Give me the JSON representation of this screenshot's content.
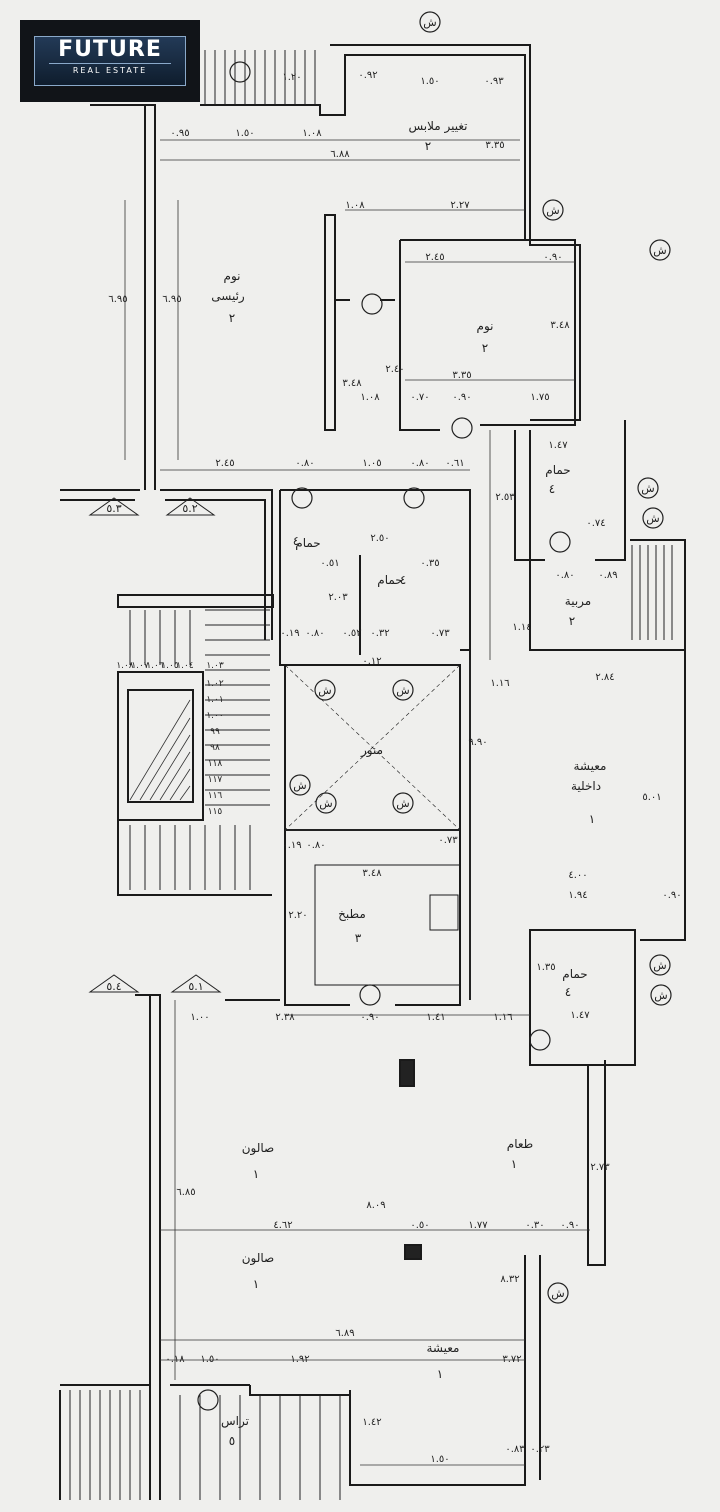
{
  "brand": {
    "name": "FUTURE",
    "tagline": "REAL ESTATE"
  },
  "rooms": [
    {
      "id": "dressing",
      "name": "تغيير ملابس",
      "number": "٢"
    },
    {
      "id": "master",
      "name": "نوم",
      "sub": "رئيسى",
      "number": "٢"
    },
    {
      "id": "bedroom",
      "name": "نوم",
      "number": "٢"
    },
    {
      "id": "bath-right",
      "name": "حمام",
      "number": "٤"
    },
    {
      "id": "nanny",
      "name": "مربية",
      "number": "٢"
    },
    {
      "id": "bath-a",
      "name": "حمام",
      "number": "٤"
    },
    {
      "id": "bath-b",
      "name": "حمام",
      "number": "٤"
    },
    {
      "id": "lightwell",
      "name": "منور"
    },
    {
      "id": "inner-living",
      "name": "معيشة",
      "sub": "داخلية",
      "number": "١"
    },
    {
      "id": "kitchen",
      "name": "مطبخ",
      "number": "٣"
    },
    {
      "id": "bath-lower",
      "name": "حمام",
      "number": "٤"
    },
    {
      "id": "dining",
      "name": "طعام",
      "number": "١"
    },
    {
      "id": "salon-1",
      "name": "صالون",
      "number": "١"
    },
    {
      "id": "salon-2",
      "name": "صالون",
      "number": "١"
    },
    {
      "id": "living",
      "name": "معيشة",
      "number": "١"
    },
    {
      "id": "terrace",
      "name": "تراس",
      "number": "٥"
    }
  ],
  "doors": [
    "٥.٣",
    "٥.٢",
    "٥.٤",
    "٥.١"
  ],
  "dimensions": {
    "top": [
      "٠.٩٢",
      "١.٥٠",
      "٠.٩٣",
      "٠.٩٥",
      "١.٥٠",
      "١.٠٨",
      "٦.٨٨",
      "٣.٣٥",
      "١.٢٠"
    ],
    "bedroom": [
      "١.٠٨",
      "٢.٢٧",
      "٢.٤٥",
      "٠.٩٠",
      "٣.٤٨",
      "٣.٣٥",
      "١.٧٥",
      "٠.٩٠",
      "٠.٧٠",
      "١.٠٨",
      "٢.٤٠",
      "٣.٤٨"
    ],
    "master": [
      "٦.٩٥",
      "٦.٩٥",
      "٢.٤٥",
      "٠.٨٠",
      "١.٠٥",
      "٠.٨٠",
      "٠.٦١"
    ],
    "middle": [
      "٢.٥٣",
      "١.٤٧",
      "٠.٧٤",
      "٠.٨٠",
      "٠.٨٩",
      "١.١٤",
      "٢.٨٤",
      "١.١٦",
      "٩.٩٠",
      "٥.٠١",
      "٤.٠٠",
      "١.٩٤",
      "٠.٩٠"
    ],
    "baths": [
      "٠.٥١",
      "٠.٨٠",
      "٠.٥٢",
      "٢.٠٣",
      "٠.٣٥",
      "٠.٣٢",
      "٠.٧٣",
      "٠.١٢",
      "٠.١٩",
      "٢.٥٠"
    ],
    "kitchen": [
      "٣.٤٨",
      "٢.٢٠",
      "٠.٧٣",
      "٠.٨٠",
      "٠.١٩",
      "٢.٣٨",
      "٠.٩٠",
      "١.٤١",
      "١.١٦",
      "١.٤٧",
      "١.٣٥",
      "١.٠٠"
    ],
    "lower": [
      "٦.٨٥",
      "٨.٠٩",
      "٤.٦٢",
      "٠.٥٠",
      "١.٧٧",
      "٠.٣٠",
      "٠.٩٠",
      "٨.٣٢",
      "٢.٧٣",
      "٦.٨٩",
      "٠.١٨",
      "١.٥٠",
      "١.٩٢",
      "٣.٧٢",
      "١.٤٢",
      "١.٥٠",
      "٠.٨٣",
      "٠.٢٣"
    ]
  },
  "legend_mark": "ش",
  "stair_steps": [
    "١.٠٨",
    "١.٠٧",
    "١.٠٦",
    "١.٠٥",
    "١.٠٤",
    "١.٠٣",
    "١.٠٢",
    "١.٠١",
    "١.٠٠",
    "٩٩",
    "٩٨",
    "١١٨",
    "١١٧",
    "١١٦",
    "١١٥"
  ]
}
